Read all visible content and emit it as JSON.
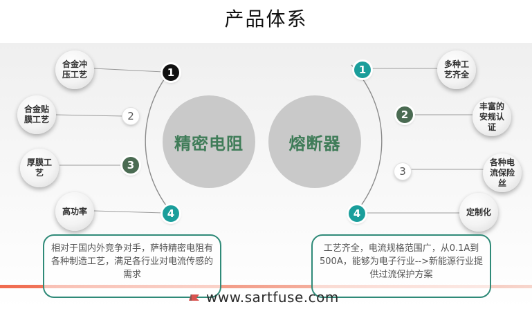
{
  "title": "产品体系",
  "left": {
    "center_label": "精密电阻",
    "steps": [
      {
        "number": "1",
        "feature": "合金冲压工艺",
        "color": "#111111"
      },
      {
        "number": "2",
        "feature": "合金贴膜工艺",
        "color": "#ffffff"
      },
      {
        "number": "3",
        "feature": "厚膜工艺",
        "color": "#4a6b52"
      },
      {
        "number": "4",
        "feature": "高功率",
        "color": "#1a9e9b"
      }
    ],
    "description": "相对于国内外竞争对手，萨特精密电阻有各种制造工艺，满足各行业对电流传感的需求"
  },
  "right": {
    "center_label": "熔断器",
    "steps": [
      {
        "number": "1",
        "feature": "多种工艺齐全",
        "color": "#1a9e9b"
      },
      {
        "number": "2",
        "feature": "丰富的安规认证",
        "color": "#4a6b52"
      },
      {
        "number": "3",
        "feature": "各种电流保险丝",
        "color": "#ffffff"
      },
      {
        "number": "4",
        "feature": "定制化",
        "color": "#1a9e9b"
      }
    ],
    "description": "工艺齐全，电流规格范围广，从0.1A到500A，能够为电子行业-->新能源行业提供过流保护方案"
  },
  "footer": {
    "website": "www.sartfuse.com",
    "logo_icon": "flag-logo-icon"
  }
}
